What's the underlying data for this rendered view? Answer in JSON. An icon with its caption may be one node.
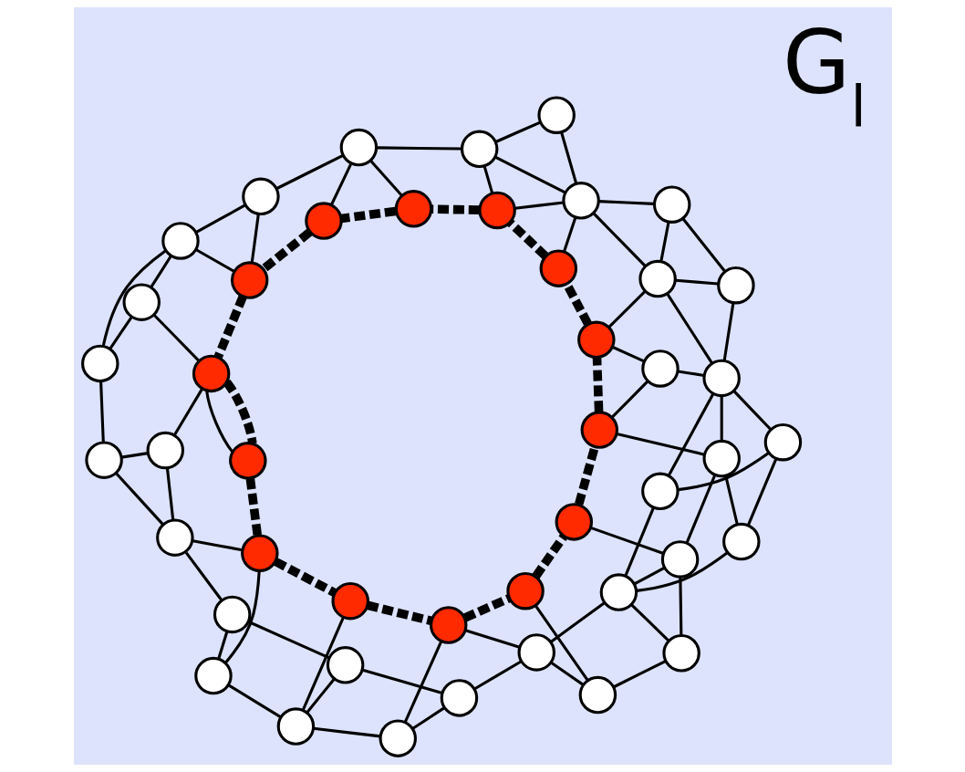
{
  "diagram": {
    "nodes": [
      {
        "text": [],
        "shape": "circle"
      },
      {
        "text": [],
        "shape": "circle"
      },
      {
        "text": [],
        "shape": "circle"
      },
      {
        "text": [],
        "shape": "circle"
      },
      {
        "text": [],
        "shape": "circle"
      },
      {
        "text": [],
        "shape": "circle"
      },
      {
        "text": [],
        "shape": "circle"
      },
      {
        "text": [],
        "shape": "circle"
      },
      {
        "text": [],
        "shape": "circle"
      },
      {
        "text": [],
        "shape": "circle"
      },
      {
        "text": [],
        "shape": "circle"
      },
      {
        "text": [],
        "shape": "circle"
      },
      {
        "text": [],
        "shape": "circle"
      },
      {
        "text": [],
        "shape": "circle"
      },
      {
        "text": [],
        "shape": "circle"
      },
      {
        "text": [],
        "shape": "circle"
      },
      {
        "text": [],
        "shape": "circle"
      },
      {
        "text": [],
        "shape": "circle"
      },
      {
        "text": [],
        "shape": "circle"
      },
      {
        "text": [],
        "shape": "circle"
      },
      {
        "text": [],
        "shape": "circle"
      },
      {
        "text": [],
        "shape": "circle"
      },
      {
        "text": [],
        "shape": "circle"
      },
      {
        "text": [],
        "shape": "circle"
      },
      {
        "text": [],
        "shape": "circle"
      },
      {
        "text": [],
        "shape": "circle"
      },
      {
        "text": [],
        "shape": "circle"
      },
      {
        "text": [],
        "shape": "circle"
      },
      {
        "text": [],
        "shape": "circle"
      },
      {
        "text": [],
        "shape": "circle"
      },
      {
        "text": [],
        "shape": "circle"
      },
      {
        "text": [],
        "shape": "circle"
      },
      {
        "text": [],
        "shape": "circle"
      },
      {
        "text": [],
        "shape": "circle"
      },
      {
        "text": [],
        "shape": "circle"
      },
      {
        "text": [],
        "shape": "circle"
      },
      {
        "text": [],
        "shape": "circle"
      },
      {
        "text": [],
        "shape": "circle"
      },
      {
        "text": [],
        "shape": "circle"
      },
      {
        "text": [],
        "shape": "circle"
      },
      {
        "text": [],
        "shape": "circle"
      },
      {
        "text": [],
        "shape": "circle"
      },
      {
        "text": [],
        "shape": "circle"
      },
      {
        "text": [],
        "shape": "circle"
      },
      {
        "text": [],
        "shape": "circle"
      }
    ],
    "edges": [
      {
        "from": 0,
        "to": 1,
        "arrow": "none"
      },
      {
        "from": 0,
        "to": 3,
        "arrow": "none"
      },
      {
        "from": 0,
        "to": 2,
        "arrow": "none"
      },
      {
        "from": 1,
        "to": 4,
        "arrow": "none"
      },
      {
        "from": 1,
        "to": 5,
        "arrow": "none"
      },
      {
        "from": 4,
        "to": 3,
        "arrow": "none"
      },
      {
        "from": 4,
        "to": 6,
        "arrow": "none"
      },
      {
        "from": 4,
        "to": 10,
        "arrow": "none"
      },
      {
        "from": 5,
        "to": 6,
        "arrow": "none"
      },
      {
        "from": 5,
        "to": 11,
        "arrow": "none"
      },
      {
        "from": 6,
        "to": 13,
        "arrow": "none"
      },
      {
        "from": 11,
        "to": 13,
        "arrow": "none"
      },
      {
        "from": 11,
        "to": 14,
        "arrow": "none"
      },
      {
        "from": 11,
        "to": 15,
        "arrow": "none"
      },
      {
        "from": 14,
        "to": 15,
        "arrow": "none"
      },
      {
        "from": 14,
        "to": 21,
        "arrow": "none"
      },
      {
        "from": 15,
        "to": 23,
        "arrow": "none"
      },
      {
        "from": 16,
        "to": 23,
        "arrow": "none"
      },
      {
        "from": 21,
        "to": 22,
        "arrow": "none"
      },
      {
        "from": 22,
        "to": 23,
        "arrow": "none"
      },
      {
        "from": 21,
        "to": 27,
        "arrow": "none"
      },
      {
        "from": 22,
        "to": 27,
        "arrow": "none"
      },
      {
        "from": 27,
        "to": 28,
        "arrow": "none"
      },
      {
        "from": 27,
        "to": 33,
        "arrow": "none"
      },
      {
        "from": 33,
        "to": 28,
        "arrow": "none"
      },
      {
        "from": 33,
        "to": 40,
        "arrow": "none"
      },
      {
        "from": 40,
        "to": 34,
        "arrow": "none"
      },
      {
        "from": 40,
        "to": 38,
        "arrow": "none"
      },
      {
        "from": 40,
        "to": 41,
        "arrow": "none"
      },
      {
        "from": 41,
        "to": 39,
        "arrow": "none"
      },
      {
        "from": 41,
        "to": 42,
        "arrow": "none"
      },
      {
        "from": 41,
        "to": 44,
        "arrow": "none"
      },
      {
        "from": 44,
        "to": 42,
        "arrow": "none"
      },
      {
        "from": 39,
        "to": 42,
        "arrow": "none"
      },
      {
        "from": 42,
        "to": 35,
        "arrow": "none"
      },
      {
        "from": 42,
        "to": 36,
        "arrow": "none"
      },
      {
        "from": 42,
        "to": 43,
        "arrow": "none"
      },
      {
        "from": 36,
        "to": 32,
        "arrow": "none"
      },
      {
        "from": 36,
        "to": 37,
        "arrow": "none"
      },
      {
        "from": 36,
        "to": 43,
        "arrow": "none"
      },
      {
        "from": 36,
        "to": 31,
        "arrow": "none"
      },
      {
        "from": 43,
        "to": 37,
        "arrow": "none"
      },
      {
        "from": 37,
        "to": 31,
        "arrow": "none"
      },
      {
        "from": 31,
        "to": 30,
        "arrow": "none"
      },
      {
        "from": 30,
        "to": 29,
        "arrow": "none"
      },
      {
        "from": 32,
        "to": 30,
        "arrow": "none"
      },
      {
        "from": 31,
        "to": 25,
        "arrow": "none"
      },
      {
        "from": 31,
        "to": 26,
        "arrow": "none"
      },
      {
        "from": 31,
        "to": 20,
        "arrow": "none"
      },
      {
        "from": 18,
        "to": 24,
        "arrow": "none"
      },
      {
        "from": 18,
        "to": 8,
        "arrow": "none"
      },
      {
        "from": 18,
        "to": 9,
        "arrow": "none"
      },
      {
        "from": 18,
        "to": 25,
        "arrow": "none"
      },
      {
        "from": 25,
        "to": 29,
        "arrow": "none"
      },
      {
        "from": 9,
        "to": 19,
        "arrow": "none"
      },
      {
        "from": 19,
        "to": 25,
        "arrow": "none"
      },
      {
        "from": 19,
        "to": 26,
        "arrow": "none"
      },
      {
        "from": 26,
        "to": 20,
        "arrow": "none"
      },
      {
        "from": 20,
        "to": 9,
        "arrow": "none"
      },
      {
        "from": 2,
        "to": 9,
        "arrow": "none"
      },
      {
        "from": 8,
        "to": 9,
        "arrow": "none"
      },
      {
        "from": 2,
        "to": 7,
        "arrow": "none"
      },
      {
        "from": 2,
        "to": 12,
        "arrow": "none"
      },
      {
        "from": 7,
        "to": 8,
        "arrow": "none"
      },
      {
        "from": 7,
        "to": 17,
        "arrow": "none"
      },
      {
        "from": 3,
        "to": 12,
        "arrow": "none"
      },
      {
        "from": 13,
        "to": 10,
        "arrow": "none",
        "style": "dashed"
      },
      {
        "from": 10,
        "to": 12,
        "arrow": "none",
        "style": "dashed"
      },
      {
        "from": 12,
        "to": 17,
        "arrow": "none",
        "style": "dashed"
      },
      {
        "from": 17,
        "to": 24,
        "arrow": "none",
        "style": "dashed"
      },
      {
        "from": 24,
        "to": 29,
        "arrow": "none",
        "style": "dashed"
      },
      {
        "from": 29,
        "to": 32,
        "arrow": "none",
        "style": "dashed"
      },
      {
        "from": 32,
        "to": 35,
        "arrow": "none",
        "style": "dashed"
      },
      {
        "from": 35,
        "to": 39,
        "arrow": "none",
        "style": "dashed"
      },
      {
        "from": 39,
        "to": 38,
        "arrow": "none",
        "style": "dashed"
      },
      {
        "from": 38,
        "to": 34,
        "arrow": "none",
        "style": "dashed"
      },
      {
        "from": 34,
        "to": 28,
        "arrow": "none",
        "style": "dashed"
      },
      {
        "from": 28,
        "to": 23,
        "arrow": "none",
        "style": "dashed"
      },
      {
        "from": 23,
        "to": 16,
        "arrow": "none",
        "style": "dashed"
      },
      {
        "from": 16,
        "to": 13,
        "arrow": "none",
        "style": "dashed"
      }
    ],
    "labels": [
      "G$_{l}$"
    ]
  }
}
